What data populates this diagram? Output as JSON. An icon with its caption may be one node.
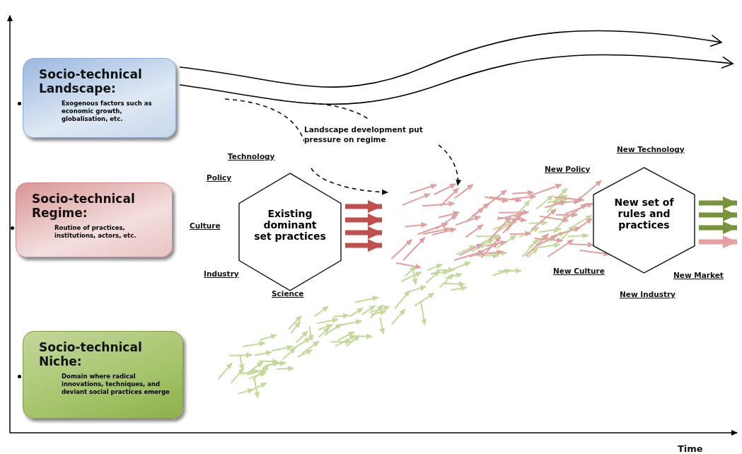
{
  "diagram": {
    "nodes": [
      {
        "text": [
          "Socio-technical Landscape:",
          "Exogenous factors such as economic growth, globalisation, etc."
        ]
      },
      {
        "text": [
          "Socio-technical Regime:",
          "Routine of practices, institutions, actors, etc."
        ]
      },
      {
        "text": [
          "Socio-technical Niche:",
          "Domain where radical innovations, techniques, and deviant social practices emerge"
        ]
      },
      {
        "text": [
          "Existing dominant set practices"
        ]
      },
      {
        "text": [
          "New set of rules and practices"
        ]
      }
    ],
    "edges": [
      {
        "from": 0,
        "to": null,
        "arrow": "to",
        "color": "#000000"
      },
      {
        "from": 0,
        "to": null,
        "arrow": "to",
        "color": "#000000"
      },
      {
        "from": 3,
        "to": null,
        "arrow": "to",
        "color": "#c0504d"
      },
      {
        "from": 3,
        "to": null,
        "arrow": "to",
        "color": "#c0504d"
      },
      {
        "from": 3,
        "to": null,
        "arrow": "to",
        "color": "#c0504d"
      },
      {
        "from": 3,
        "to": null,
        "arrow": "to",
        "color": "#c0504d"
      },
      {
        "from": 4,
        "to": null,
        "arrow": "to",
        "color": "#77933c"
      },
      {
        "from": 4,
        "to": null,
        "arrow": "to",
        "color": "#77933c"
      },
      {
        "from": 4,
        "to": null,
        "arrow": "to",
        "color": "#77933c"
      },
      {
        "from": 4,
        "to": null,
        "arrow": "to",
        "color": "#e6a0a0"
      }
    ],
    "labels": [
      "Landscape development put pressure on regime",
      "Technology",
      "Policy",
      "Culture",
      "Industry",
      "Science",
      "New Technology",
      "New Policy",
      "New Culture",
      "New Market",
      "New Industry",
      "Time"
    ]
  }
}
